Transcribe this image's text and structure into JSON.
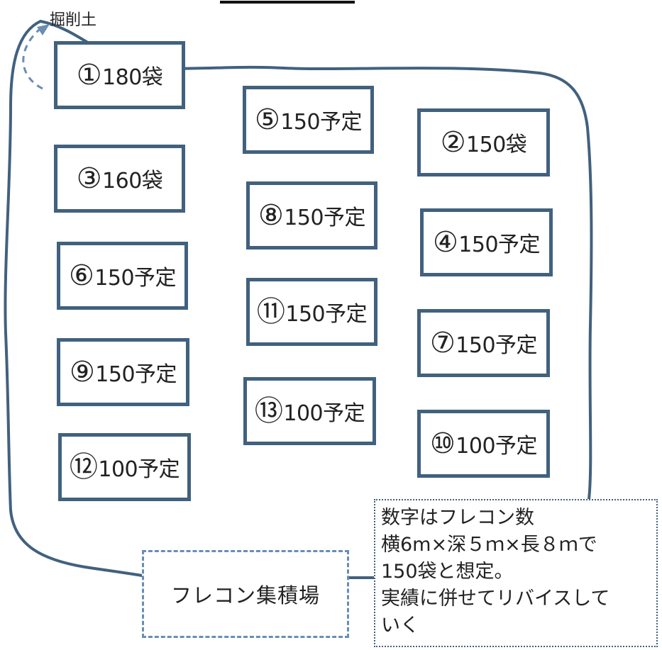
{
  "top_label": "掘削土",
  "storage_yard_label": "フレコン集積場",
  "note_lines": [
    "数字はフレコン数",
    "横6m×深５ｍ×長８ｍで",
    "150袋と想定。",
    "実績に併せてリバイスして",
    "いく"
  ],
  "boxes": {
    "b1": {
      "num": "①",
      "text": "180袋"
    },
    "b2": {
      "num": "②",
      "text": "150袋"
    },
    "b3": {
      "num": "③",
      "text": "160袋"
    },
    "b4": {
      "num": "④",
      "text": "150予定"
    },
    "b5": {
      "num": "⑤",
      "text": "150予定"
    },
    "b6": {
      "num": "⑥",
      "text": "150予定"
    },
    "b7": {
      "num": "⑦",
      "text": "150予定"
    },
    "b8": {
      "num": "⑧",
      "text": "150予定"
    },
    "b9": {
      "num": "⑨",
      "text": "150予定"
    },
    "b10": {
      "num": "⑩",
      "text": "100予定"
    },
    "b11": {
      "num": "⑪",
      "text": "150予定"
    },
    "b12": {
      "num": "⑫",
      "text": "100予定"
    },
    "b13": {
      "num": "⑬",
      "text": "100予定"
    }
  },
  "colors": {
    "box_border": "#41617e",
    "outline": "#41617e",
    "dashed_accent": "#6a8db3"
  }
}
